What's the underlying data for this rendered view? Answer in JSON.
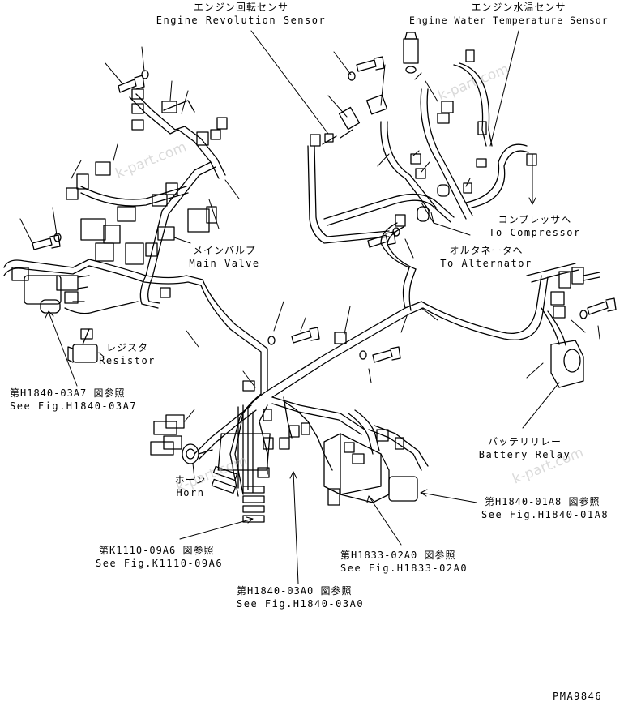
{
  "labels": {
    "rev_sensor_jp": "エンジン回転センサ",
    "rev_sensor_en": "Engine Revolution Sensor",
    "water_temp_jp": "エンジン水温センサ",
    "water_temp_en": "Engine Water Temperature Sensor",
    "compressor_jp": "コンプレッサへ",
    "compressor_en": "To Compressor",
    "alternator_jp": "オルタネータへ",
    "alternator_en": "To Alternator",
    "main_valve_jp": "メインバルブ",
    "main_valve_en": "Main Valve",
    "resistor_jp": "レジスタ",
    "resistor_en": "Resistor",
    "fig_03a7_jp": "第H1840-03A7 図参照",
    "fig_03a7_en": "See Fig.H1840-03A7",
    "battery_relay_jp": "バッテリリレー",
    "battery_relay_en": "Battery Relay",
    "fig_01a8_jp": "第H1840-01A8 図参照",
    "fig_01a8_en": "See Fig.H1840-01A8",
    "horn_jp": "ホーン",
    "horn_en": "Horn",
    "fig_09a6_jp": "第K1110-09A6 図参照",
    "fig_09a6_en": "See Fig.K1110-09A6",
    "fig_02a0_jp": "第H1833-02A0 図参照",
    "fig_02a0_en": "See Fig.H1833-02A0",
    "fig_03a0_jp": "第H1840-03A0 図参照",
    "fig_03a0_en": "See Fig.H1840-03A0",
    "drawing_no": "PMA9846"
  },
  "watermark": "k-part.com",
  "colors": {
    "line": "#000000",
    "background": "#ffffff",
    "watermark": "#bdbdbd"
  }
}
